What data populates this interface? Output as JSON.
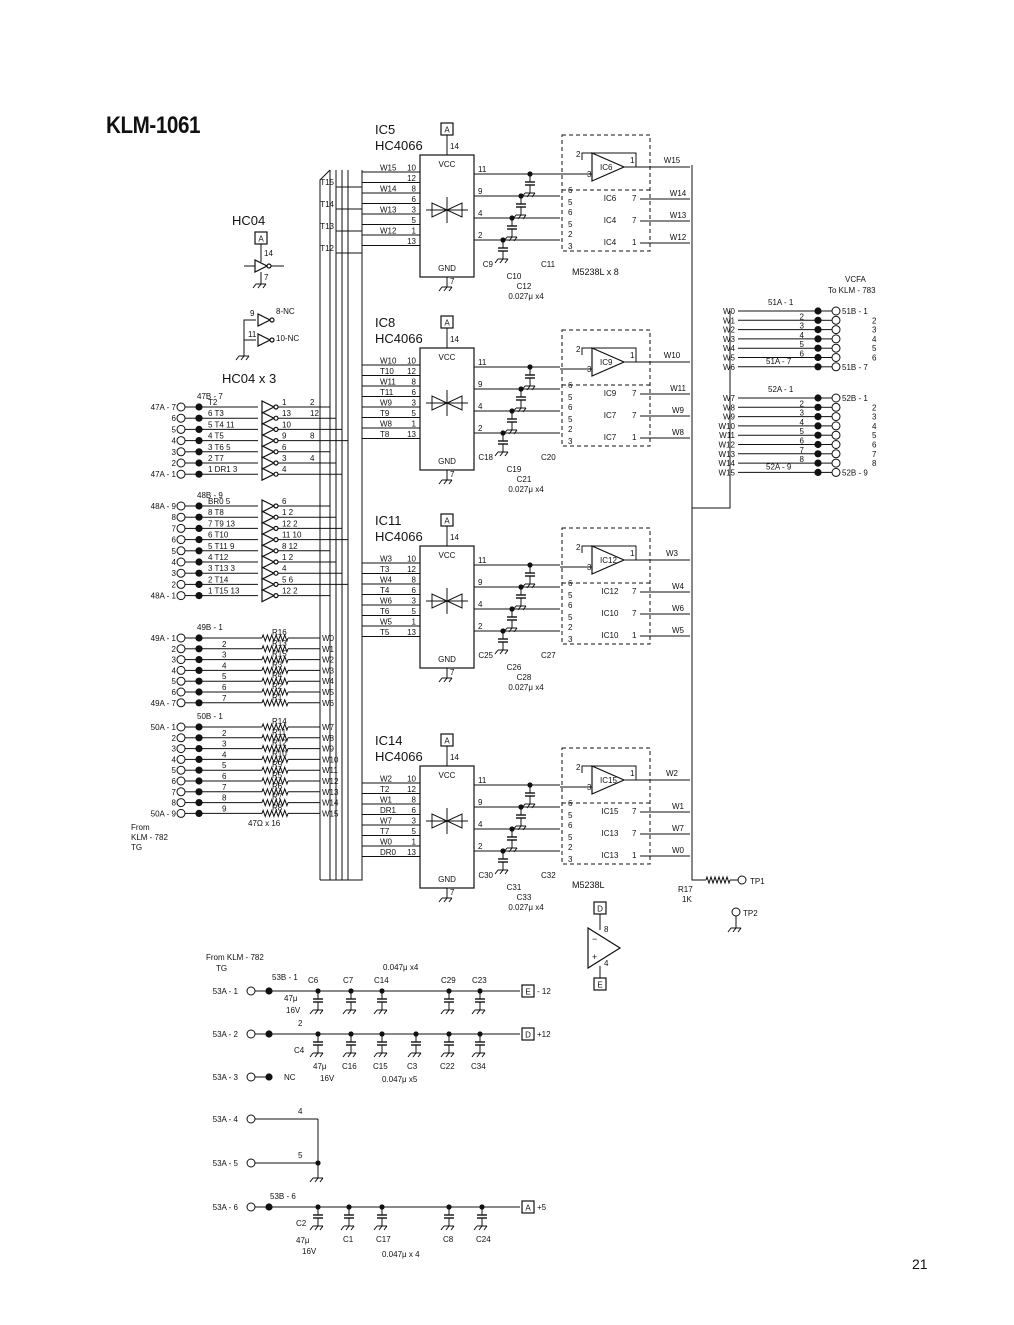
{
  "title": "KLM-1061",
  "page_number": "21",
  "switch_chips": [
    {
      "ref": "IC5",
      "part": "HC4066",
      "supply": "A",
      "supply_pin": "14",
      "gnd_pin": "7",
      "inputs": [
        {
          "net": "W15",
          "pin": "10"
        },
        {
          "net": "",
          "pin": "12"
        },
        {
          "net": "W14",
          "pin": "8"
        },
        {
          "net": "",
          "pin": "6"
        },
        {
          "net": "W13",
          "pin": "3"
        },
        {
          "net": "",
          "pin": "5"
        },
        {
          "net": "W12",
          "pin": "1"
        },
        {
          "net": "",
          "pin": "13"
        }
      ],
      "controls": [
        "T15",
        "T14",
        "T13",
        "T12"
      ],
      "outputs": [
        "11",
        "9",
        "4",
        "2"
      ],
      "caps_left": "C9",
      "caps_right": "C11",
      "caps_bottom": "C10",
      "caps_bottom2": "C12",
      "cap_value": "0.027μ x4"
    },
    {
      "ref": "IC8",
      "part": "HC4066",
      "supply": "A",
      "supply_pin": "14",
      "gnd_pin": "7",
      "inputs": [
        {
          "net": "W10",
          "pin": "10"
        },
        {
          "net": "T10",
          "pin": "12"
        },
        {
          "net": "W11",
          "pin": "8"
        },
        {
          "net": "T11",
          "pin": "6"
        },
        {
          "net": "W9",
          "pin": "3"
        },
        {
          "net": "T9",
          "pin": "5"
        },
        {
          "net": "W8",
          "pin": "1"
        },
        {
          "net": "T8",
          "pin": "13"
        }
      ],
      "outputs": [
        "11",
        "9",
        "4",
        "2"
      ],
      "caps_left": "C18",
      "caps_right": "C20",
      "caps_bottom": "C19",
      "caps_bottom2": "C21",
      "cap_value": "0.027μ x4"
    },
    {
      "ref": "IC11",
      "part": "HC4066",
      "supply": "A",
      "supply_pin": "14",
      "gnd_pin": "7",
      "inputs": [
        {
          "net": "W3",
          "pin": "10"
        },
        {
          "net": "T3",
          "pin": "12"
        },
        {
          "net": "W4",
          "pin": "8"
        },
        {
          "net": "T4",
          "pin": "6"
        },
        {
          "net": "W6",
          "pin": "3"
        },
        {
          "net": "T6",
          "pin": "5"
        },
        {
          "net": "W5",
          "pin": "1"
        },
        {
          "net": "T5",
          "pin": "13"
        }
      ],
      "outputs": [
        "11",
        "9",
        "4",
        "2"
      ],
      "caps_left": "C25",
      "caps_right": "C27",
      "caps_bottom": "C26",
      "caps_bottom2": "C28",
      "cap_value": "0.027μ x4"
    },
    {
      "ref": "IC14",
      "part": "HC4066",
      "supply": "A",
      "supply_pin": "14",
      "gnd_pin": "7",
      "inputs": [
        {
          "net": "W2",
          "pin": "10"
        },
        {
          "net": "T2",
          "pin": "12"
        },
        {
          "net": "W1",
          "pin": "8"
        },
        {
          "net": "DR1",
          "pin": "6"
        },
        {
          "net": "W7",
          "pin": "3"
        },
        {
          "net": "T7",
          "pin": "5"
        },
        {
          "net": "W0",
          "pin": "1"
        },
        {
          "net": "DR0",
          "pin": "13"
        }
      ],
      "outputs": [
        "11",
        "9",
        "4",
        "2"
      ],
      "caps_left": "C30",
      "caps_right": "C32",
      "caps_bottom": "C31",
      "caps_bottom2": "C33",
      "cap_value": "0.027μ x4"
    }
  ],
  "opamp_groups": [
    {
      "main": "IC6",
      "rows": [
        {
          "ic": "IC6",
          "pin": "7",
          "out": "W14"
        },
        {
          "ic": "IC4",
          "pin": "7",
          "out": "W13"
        },
        {
          "ic": "IC4",
          "pin": "1",
          "out": "W12"
        }
      ],
      "top_out": "W15",
      "label": "M5238L x 8"
    },
    {
      "main": "IC9",
      "rows": [
        {
          "ic": "IC9",
          "pin": "7",
          "out": "W11"
        },
        {
          "ic": "IC7",
          "pin": "7",
          "out": "W9"
        },
        {
          "ic": "IC7",
          "pin": "1",
          "out": "W8"
        }
      ],
      "top_out": "W10",
      "label": ""
    },
    {
      "main": "IC12",
      "rows": [
        {
          "ic": "IC12",
          "pin": "7",
          "out": "W4"
        },
        {
          "ic": "IC10",
          "pin": "7",
          "out": "W6"
        },
        {
          "ic": "IC10",
          "pin": "1",
          "out": "W5"
        }
      ],
      "top_out": "W3",
      "label": ""
    },
    {
      "main": "IC15",
      "rows": [
        {
          "ic": "IC15",
          "pin": "7",
          "out": "W1"
        },
        {
          "ic": "IC13",
          "pin": "7",
          "out": "W7"
        },
        {
          "ic": "IC13",
          "pin": "1",
          "out": "W0"
        }
      ],
      "top_out": "W2",
      "label": "M5238L"
    }
  ],
  "hc04": {
    "title": "HC04",
    "supply": "A",
    "pin_top": "14",
    "pin_bottom": "7",
    "nc_pins_1": [
      "9",
      "8"
    ],
    "nc_pins_2": [
      "11",
      "10"
    ],
    "nc_label": "NC",
    "group_label": "HC04 x 3"
  },
  "connector_47": {
    "left_top": "47A - 7",
    "left_bottom": "47A - 1",
    "side_label": "47B - 7",
    "pins": [
      "7",
      "6",
      "5",
      "4",
      "3",
      "2",
      "1"
    ],
    "rows": [
      [
        "T2",
        "1",
        "2"
      ],
      [
        "6 T3",
        "13",
        "12"
      ],
      [
        "5 T4 11",
        "10",
        ""
      ],
      [
        "4 T5",
        "9",
        "8"
      ],
      [
        "3 T6 5",
        "6",
        ""
      ],
      [
        "2 T7",
        "3",
        "4"
      ],
      [
        "1 DR1 3",
        "4",
        ""
      ]
    ]
  },
  "connector_48": {
    "left_top": "48A - 9",
    "left_bottom": "48A - 1",
    "side_label": "48B - 9",
    "pins": [
      "9",
      "8",
      "7",
      "6",
      "5",
      "4",
      "3",
      "2",
      "1"
    ],
    "rows": [
      [
        "BR0 5",
        "6"
      ],
      [
        "8 T8",
        "1 2"
      ],
      [
        "7 T9 13",
        "12 2"
      ],
      [
        "6 T10",
        "11 10"
      ],
      [
        "5 T11 9",
        "8 12"
      ],
      [
        "4 T12",
        "1 2"
      ],
      [
        "3 T13 3",
        "4"
      ],
      [
        "2 T14",
        "5 6"
      ],
      [
        "1 T15 13",
        "12 2"
      ]
    ]
  },
  "connector_49": {
    "left_top": "49A - 1",
    "left_bottom": "49A - 7",
    "side_label": "49B - 1",
    "pins": [
      "1",
      "2",
      "3",
      "4",
      "5",
      "6",
      "7"
    ],
    "rows": [
      [
        "1",
        "R16",
        "W0"
      ],
      [
        "2",
        "R13",
        "W1"
      ],
      [
        "3",
        "R15",
        "W2"
      ],
      [
        "4",
        "R3",
        "W3"
      ],
      [
        "5",
        "R4",
        "W4"
      ],
      [
        "6",
        "R2",
        "W5"
      ],
      [
        "7",
        "R1",
        "W6"
      ]
    ]
  },
  "connector_50": {
    "left_top": "50A - 1",
    "left_bottom": "50A - 9",
    "side_label": "50B - 1",
    "pins": [
      "1",
      "2",
      "3",
      "4",
      "5",
      "6",
      "7",
      "8",
      "9"
    ],
    "rows": [
      [
        "1",
        "R14",
        "W7"
      ],
      [
        "2",
        "R11",
        "W8"
      ],
      [
        "3",
        "R12",
        "W9"
      ],
      [
        "4",
        "R10",
        "W10"
      ],
      [
        "5",
        "R9",
        "W11"
      ],
      [
        "6",
        "R5",
        "W12"
      ],
      [
        "7",
        "R6",
        "W13"
      ],
      [
        "8",
        "R7",
        "W14"
      ],
      [
        "9",
        "R8",
        "W15"
      ]
    ],
    "res_note": "47Ω x 16",
    "from": [
      "From",
      "KLM - 782",
      "TG"
    ]
  },
  "vcfa": {
    "title": "VCFA",
    "subtitle": "To KLM - 783",
    "group1": {
      "head": "51A - 1",
      "tail": "51A - 7",
      "rhead": "51B - 1",
      "rtail": "51B - 7",
      "left": [
        "W0",
        "W1",
        "W2",
        "W3",
        "W4",
        "W5",
        "W6"
      ],
      "mid": [
        "",
        "2",
        "3",
        "4",
        "5",
        "6",
        ""
      ],
      "right": [
        "",
        "2",
        "3",
        "4",
        "5",
        "6",
        ""
      ]
    },
    "group2": {
      "head": "52A - 1",
      "tail": "52A - 9",
      "rhead": "52B - 1",
      "rtail": "52B - 9",
      "left": [
        "W7",
        "W8",
        "W9",
        "W10",
        "W11",
        "W12",
        "W13",
        "W14",
        "W15"
      ],
      "mid": [
        "",
        "2",
        "3",
        "4",
        "5",
        "6",
        "7",
        "8",
        ""
      ],
      "right": [
        "",
        "2",
        "3",
        "4",
        "5",
        "6",
        "7",
        "8",
        ""
      ]
    }
  },
  "testpoints": {
    "tp1": "TP1",
    "tp2": "TP2",
    "r17": "R17",
    "r17_val": "1K"
  },
  "opamp_small": {
    "top": "D",
    "bottom": "E",
    "pin8": "8",
    "pin4": "4"
  },
  "power": {
    "from": [
      "From KLM - 782",
      "TG"
    ],
    "cap_top_note": "0.047μ x4",
    "row1": {
      "pin": "53A - 1",
      "b": "53B - 1",
      "caps": [
        "C6",
        "C7",
        "C14",
        "C29",
        "C23"
      ],
      "elec": "47μ",
      "elec_v": "16V",
      "rail": "E",
      "rail_label": "- 12"
    },
    "row2": {
      "pin": "53A - 2",
      "b": "2",
      "elec": "C4",
      "caps": [
        "C16",
        "C15",
        "C3",
        "C22",
        "C34"
      ],
      "elec_val": "47μ",
      "elec_v": "16V",
      "note": "0.047μ x5",
      "rail": "D",
      "rail_label": "+12"
    },
    "row3": {
      "pin": "53A - 3",
      "nc": "NC"
    },
    "row4": {
      "pin": "53A - 4",
      "n": "4"
    },
    "row5": {
      "pin": "53A - 5",
      "n": "5"
    },
    "row6": {
      "pin": "53A - 6",
      "b": "53B - 6",
      "caps": [
        "C1",
        "C17",
        "C8",
        "C24"
      ],
      "elec": "C2",
      "elec_val": "47μ",
      "elec_v": "16V",
      "note": "0.047μ x 4",
      "rail": "A",
      "rail_label": "+5"
    }
  }
}
